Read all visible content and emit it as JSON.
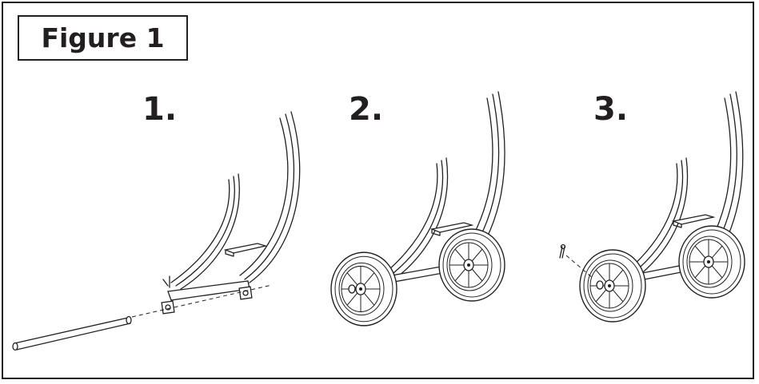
{
  "figure": {
    "title": "Figure 1"
  },
  "steps": [
    {
      "number": "1."
    },
    {
      "number": "2."
    },
    {
      "number": "3."
    }
  ],
  "colors": {
    "ink": "#231f20",
    "paper": "#ffffff"
  }
}
